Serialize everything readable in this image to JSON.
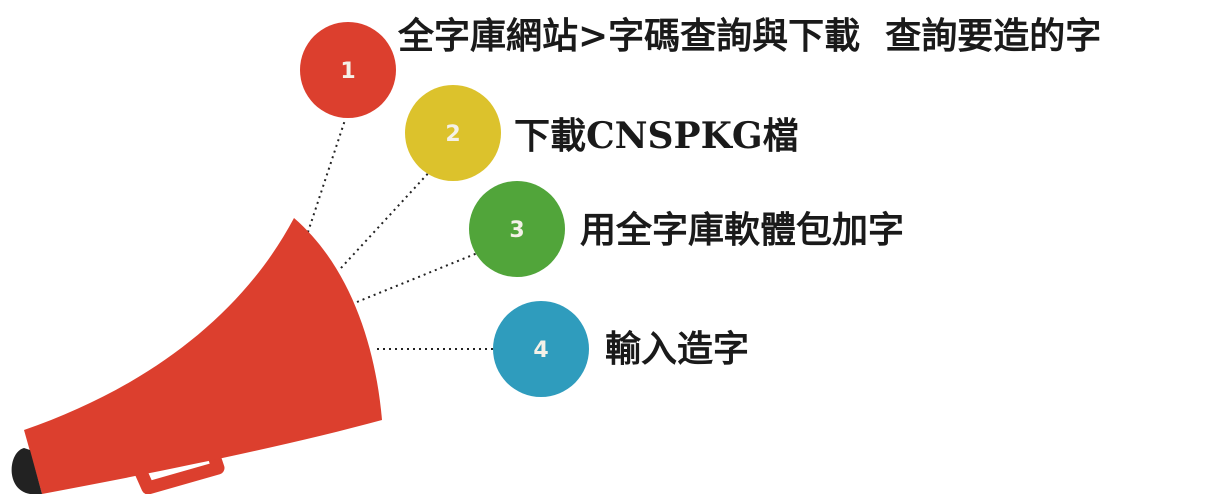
{
  "steps": [
    {
      "number": "1",
      "text": "全字庫網站>字碼查詢與下載  查詢要造的字",
      "color": "#dc3f2e"
    },
    {
      "number": "2",
      "text": "下載CNSPKG檔",
      "color": "#dcc22c"
    },
    {
      "number": "3",
      "text": "用全字庫軟體包加字",
      "color": "#51a53a"
    },
    {
      "number": "4",
      "text": "輸入造字",
      "color": "#2f9cbd"
    }
  ],
  "megaphone": {
    "color": "#dc3f2e",
    "handle_color": "#dc3f2e",
    "mouthpiece_color": "#222222"
  },
  "connector_style": "dotted"
}
